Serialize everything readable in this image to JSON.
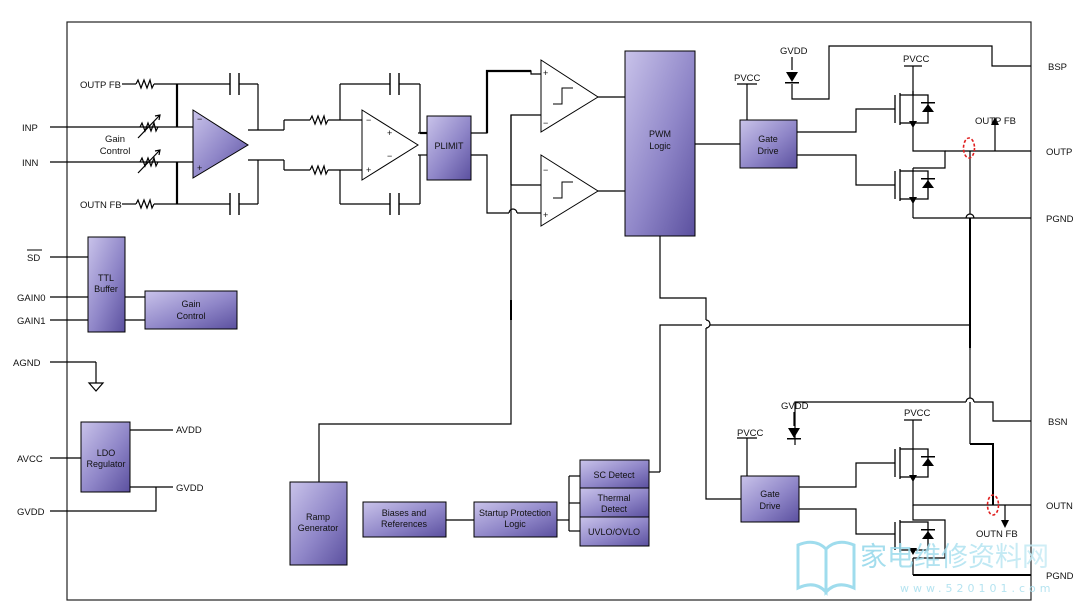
{
  "pins_left": {
    "inp": "INP",
    "inn": "INN",
    "sd": "SD",
    "gain0": "GAIN0",
    "gain1": "GAIN1",
    "agnd": "AGND",
    "avcc": "AVCC",
    "gvdd": "GVDD"
  },
  "pins_right": {
    "bsp": "BSP",
    "outp": "OUTP",
    "pgnd_top": "PGND",
    "bsn": "BSN",
    "outn": "OUTN",
    "pgnd_bottom": "PGND"
  },
  "labels": {
    "outp_fb_in": "OUTP FB",
    "outn_fb_in": "OUTN FB",
    "gain_control_l1": "Gain",
    "gain_control_l2": "Control",
    "pvcc": "PVCC",
    "gvdd": "GVDD",
    "outp_fb_out": "OUTP FB",
    "outn_fb_out": "OUTN FB",
    "avdd": "AVDD",
    "ldo_gvdd": "GVDD"
  },
  "blocks": {
    "plimit": "PLIMIT",
    "pwm_logic": [
      "PWM",
      "Logic"
    ],
    "gate_drive": [
      "Gate",
      "Drive"
    ],
    "ttl_buffer": [
      "TTL",
      "Buffer"
    ],
    "gain_control": [
      "Gain",
      "Control"
    ],
    "ldo_regulator": [
      "LDO",
      "Regulator"
    ],
    "ramp_generator": [
      "Ramp",
      "Generator"
    ],
    "biases_references": [
      "Biases and",
      "References"
    ],
    "startup_protection": [
      "Startup Protection",
      "Logic"
    ],
    "sc_detect": "SC Detect",
    "thermal_detect": [
      "Thermal",
      "Detect"
    ],
    "uvlo_ovlo": "UVLO/OVLO"
  },
  "watermark": {
    "text": "家电维修资料网",
    "url": "www.520101.com"
  },
  "colors": {
    "block_fill": "#8e85c6",
    "block_dark": "#5a4f9e",
    "wire": "#000000",
    "ring": "#e02020"
  }
}
